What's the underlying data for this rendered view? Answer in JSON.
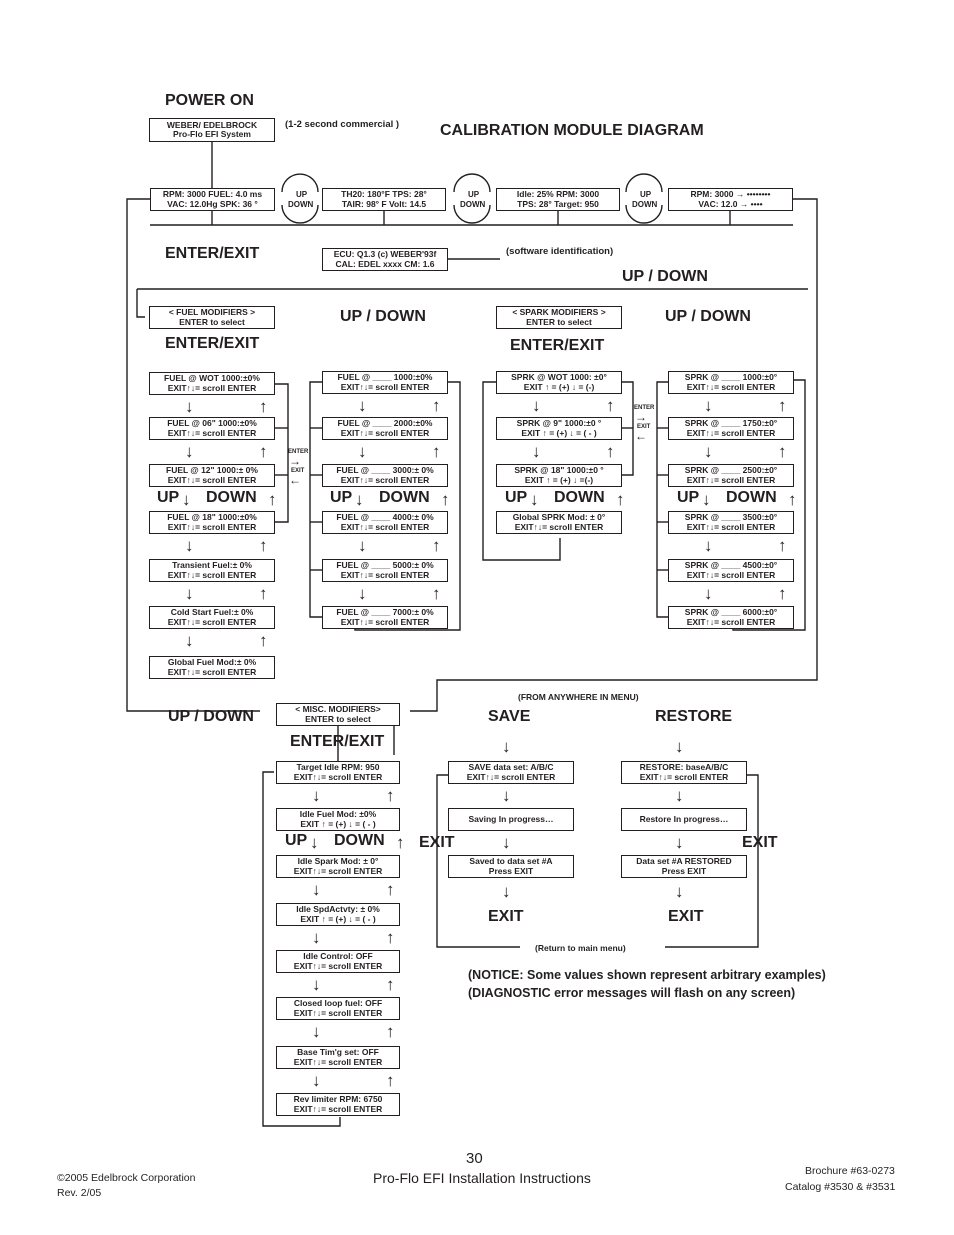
{
  "header": {
    "power_on": "POWER ON",
    "title": "CALIBRATION MODULE DIAGRAM",
    "commercial_note": "(1-2 second commercial )",
    "software_note": "(software identification)"
  },
  "boxes": {
    "weber": [
      "WEBER/ EDELBROCK",
      "Pro-Flo EFI System"
    ],
    "main1": [
      "RPM: 3000 FUEL: 4.0 ms",
      "VAC: 12.0Hg SPK: 36 °"
    ],
    "main2": [
      "TH20: 180°F  TPS: 28°",
      "TAIR: 98° F Volt: 14.5"
    ],
    "main3": [
      "Idle: 25% RPM: 3000",
      "TPS: 28° Target: 950"
    ],
    "main4": [
      "RPM: 3000  → ••••••••",
      "VAC: 12.0 → ••••"
    ],
    "ecu": [
      "ECU: Q1.3 (c) WEBER'93f",
      "CAL: EDEL xxxx CM: 1.6"
    ],
    "fuel_mod": [
      "< FUEL MODIFIERS >",
      "ENTER to select"
    ],
    "spark_mod": [
      "< SPARK MODIFIERS >",
      "ENTER to select"
    ],
    "fuelA": [
      [
        "FUEL @ WOT 1000:±0%",
        "EXIT↑↓= scroll ENTER"
      ],
      [
        "FUEL @ 06\" 1000:±0%",
        "EXIT↑↓= scroll ENTER"
      ],
      [
        "FUEL @ 12\" 1000:± 0%",
        "EXIT↑↓= scroll ENTER"
      ],
      [
        "FUEL @ 18\" 1000:±0%",
        "EXIT↑↓= scroll ENTER"
      ],
      [
        "Transient Fuel:± 0%",
        "EXIT↑↓= scroll ENTER"
      ],
      [
        "Cold Start Fuel:± 0%",
        "EXIT↑↓= scroll ENTER"
      ],
      [
        "Global Fuel Mod:± 0%",
        "EXIT↑↓= scroll ENTER"
      ]
    ],
    "fuelB": [
      [
        "FUEL @ ____ 1000:±0%",
        "EXIT↑↓= scroll ENTER"
      ],
      [
        "FUEL @ ____ 2000:±0%",
        "EXIT↑↓= scroll ENTER"
      ],
      [
        "FUEL @ ____ 3000:± 0%",
        "EXIT↑↓= scroll ENTER"
      ],
      [
        "FUEL @ ____ 4000:± 0%",
        "EXIT↑↓= scroll ENTER"
      ],
      [
        "FUEL @ ____ 5000:± 0%",
        "EXIT↑↓= scroll ENTER"
      ],
      [
        "FUEL @ ____ 7000:± 0%",
        "EXIT↑↓= scroll ENTER"
      ]
    ],
    "sparkA": [
      [
        "SPRK @ WOT 1000: ±0°",
        "EXIT ↑ = (+)   ↓ = (-)"
      ],
      [
        "SPRK @ 9\" 1000:±0 °",
        "EXIT ↑ = (+)   ↓ = ( - )"
      ],
      [
        "SPRK @ 18\" 1000:±0 °",
        "EXIT ↑ = (+)   ↓ =(-)"
      ],
      [
        "Global SPRK Mod: ± 0°",
        "EXIT↑↓= scroll ENTER"
      ]
    ],
    "sparkB": [
      [
        "SPRK @ ____ 1000:±0°",
        "EXIT↑↓= scroll ENTER"
      ],
      [
        "SPRK @ ____ 1750:±0°",
        "EXIT↑↓= scroll ENTER"
      ],
      [
        "SPRK @ ____ 2500:±0°",
        "EXIT↑↓= scroll ENTER"
      ],
      [
        "SPRK @ ____ 3500:±0°",
        "EXIT↑↓= scroll ENTER"
      ],
      [
        "SPRK @ ____ 4500:±0°",
        "EXIT↑↓= scroll ENTER"
      ],
      [
        "SPRK @ ____ 6000:±0°",
        "EXIT↑↓= scroll ENTER"
      ]
    ],
    "misc_mod": [
      "< MISC. MODIFIERS>",
      "ENTER to select"
    ],
    "misc": [
      [
        "Target Idle RPM: 950",
        "EXIT↑↓= scroll ENTER"
      ],
      [
        "Idle Fuel Mod: ±0%",
        "EXIT ↑ = (+)   ↓ = ( - )"
      ],
      [
        "Idle Spark Mod: ± 0°",
        "EXIT↑↓= scroll ENTER"
      ],
      [
        "Idle SpdActvty: ± 0%",
        "EXIT ↑ = (+)   ↓ = ( - )"
      ],
      [
        "Idle Control: OFF",
        "EXIT↑↓= scroll ENTER"
      ],
      [
        "Closed loop fuel: OFF",
        "EXIT↑↓= scroll ENTER"
      ],
      [
        "Base  Tim'g set: OFF",
        "EXIT↑↓= scroll ENTER"
      ],
      [
        "Rev limiter RPM: 6750",
        "EXIT↑↓= scroll ENTER"
      ]
    ],
    "save": [
      [
        "SAVE data set: A/B/C",
        "EXIT↑↓= scroll ENTER"
      ],
      [
        "Saving In progress…"
      ],
      [
        "Saved to data set #A",
        "Press EXIT"
      ]
    ],
    "restore": [
      [
        "RESTORE: baseA/B/C",
        "EXIT↑↓= scroll ENTER"
      ],
      [
        "Restore In progress…"
      ],
      [
        "Data set #A  RESTORED",
        "Press EXIT"
      ]
    ]
  },
  "labels": {
    "updown_circle": [
      "UP",
      "DOWN"
    ],
    "enter_exit": "ENTER/EXIT",
    "up_down": "UP / DOWN",
    "up": "UP",
    "down": "DOWN",
    "enter_small": "ENTER",
    "exit_small": "EXIT",
    "save": "SAVE",
    "restore": "RESTORE",
    "exit": "EXIT",
    "from_anywhere": "(FROM ANYWHERE IN MENU)",
    "return_main": "(Return to main menu)",
    "notice1": "(NOTICE: Some values shown represent arbitrary examples)",
    "notice2": "(DIAGNOSTIC error messages will flash on any screen)"
  },
  "footer": {
    "page_number": "30",
    "doc_title": "Pro-Flo EFI  Installation  Instructions",
    "copyright": "©2005 Edelbrock Corporation",
    "revision": "Rev. 2/05",
    "brochure": "Brochure #63-0273",
    "catalog": "Catalog #3530 & #3531"
  }
}
